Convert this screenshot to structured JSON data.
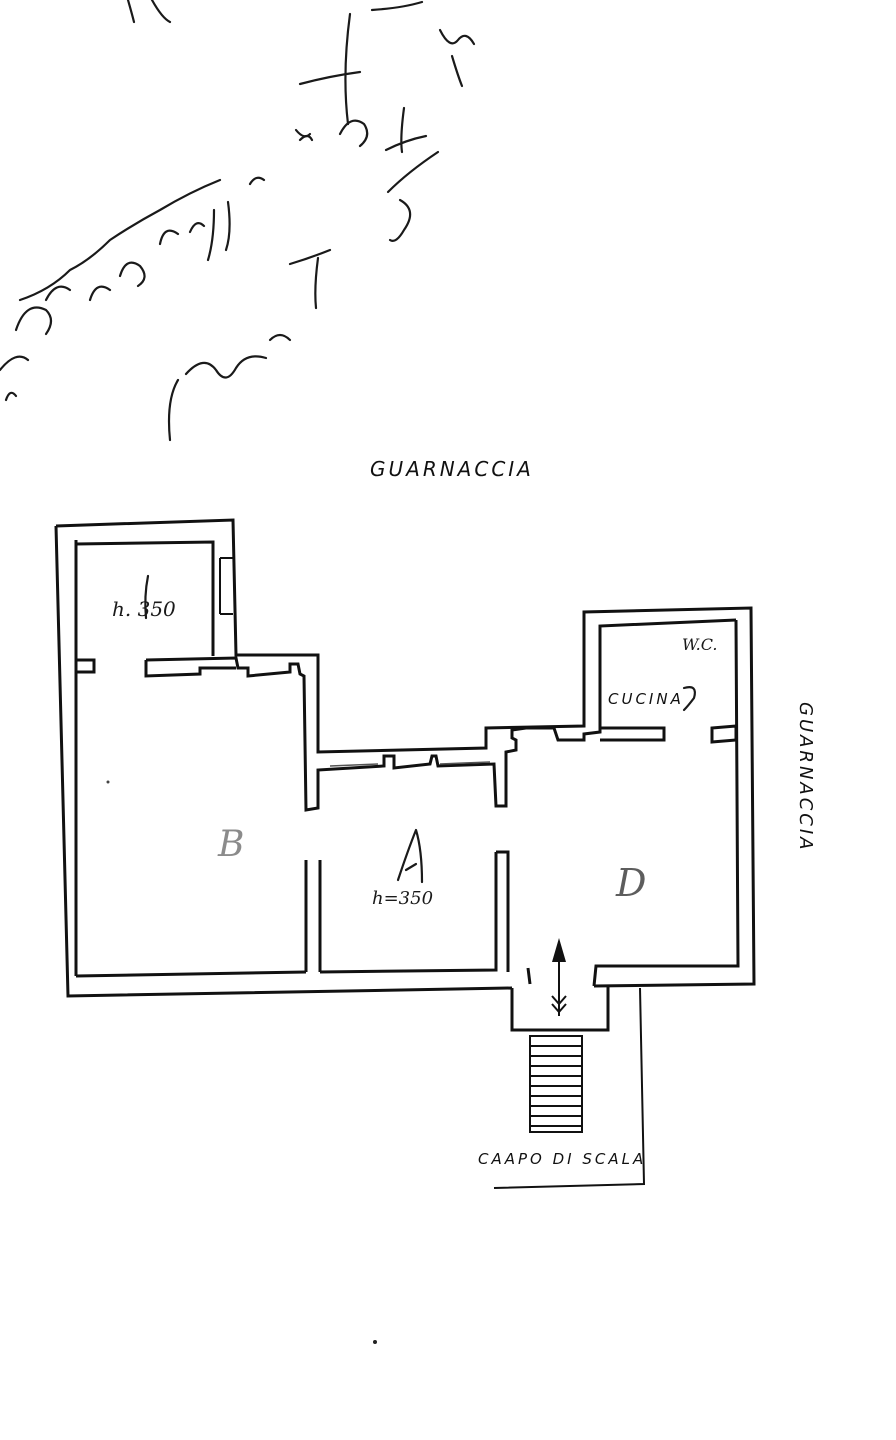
{
  "labels": {
    "street_top": "GUARNACCIA",
    "street_right": "GUARNACCIA",
    "room_height_left": "h. 350",
    "room_height_center": "h=350",
    "wc": "W.C.",
    "kitchen": "CUCINA",
    "stair_label": "CAAPO DI SCALA"
  },
  "handwriting": {
    "line1": "Ambito … sviluppo … tempo",
    "line2": "… 5"
  },
  "room_marks": [
    "B",
    "D"
  ]
}
